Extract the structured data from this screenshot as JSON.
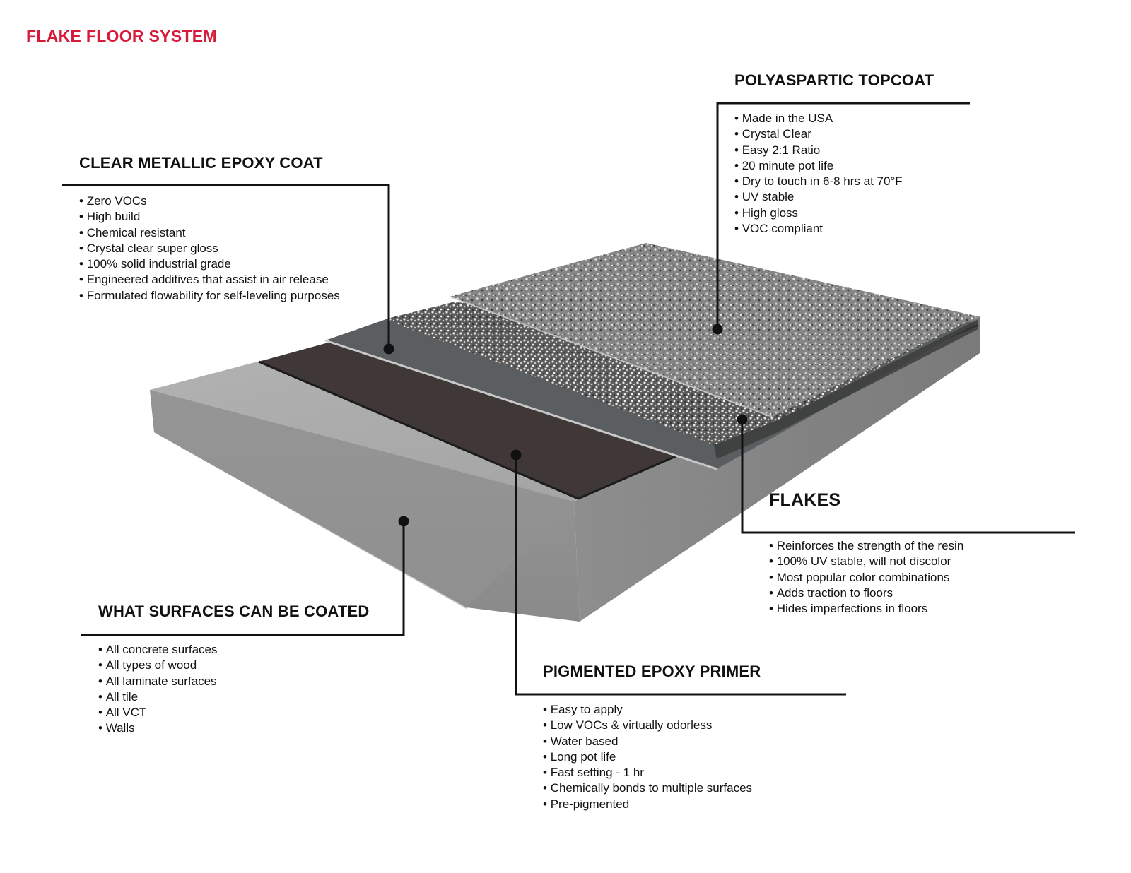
{
  "page_title": "FLAKE FLOOR SYSTEM",
  "colors": {
    "title_red": "#d7193a",
    "concrete": "#9c9c9c",
    "primer": "#3f3836",
    "metallic_coat": "#5a5e60",
    "flakes": "#8a8a8a",
    "leader_lines": "#111111"
  },
  "callouts": {
    "clear_metallic_epoxy_coat": {
      "heading": "CLEAR METALLIC EPOXY COAT",
      "bullets": [
        "Zero VOCs",
        "High build",
        "Chemical resistant",
        "Crystal clear super gloss",
        "100% solid industrial grade",
        "Engineered additives that assist in air release",
        "Formulated flowability for self-leveling purposes"
      ]
    },
    "polyaspartic_topcoat": {
      "heading": "POLYASPARTIC TOPCOAT",
      "bullets": [
        "Made in the USA",
        "Crystal Clear",
        "Easy 2:1 Ratio",
        "20 minute pot life",
        "Dry to touch in 6-8 hrs at 70°F",
        "UV stable",
        "High gloss",
        "VOC compliant"
      ]
    },
    "flakes": {
      "heading": "FLAKES",
      "bullets": [
        "Reinforces the strength of the resin",
        "100% UV stable, will not discolor",
        "Most popular color combinations",
        "Adds traction to floors",
        "Hides imperfections in floors"
      ]
    },
    "what_surfaces": {
      "heading": "WHAT SURFACES CAN BE COATED",
      "bullets": [
        "All concrete surfaces",
        "All types of wood",
        "All laminate surfaces",
        "All tile",
        "All VCT",
        "Walls"
      ]
    },
    "pigmented_epoxy_primer": {
      "heading": "PIGMENTED EPOXY PRIMER",
      "bullets": [
        "Easy to apply",
        "Low VOCs & virtually odorless",
        "Water based",
        "Long pot life",
        "Fast setting - 1 hr",
        "Chemically bonds to multiple surfaces",
        "Pre-pigmented"
      ]
    }
  }
}
